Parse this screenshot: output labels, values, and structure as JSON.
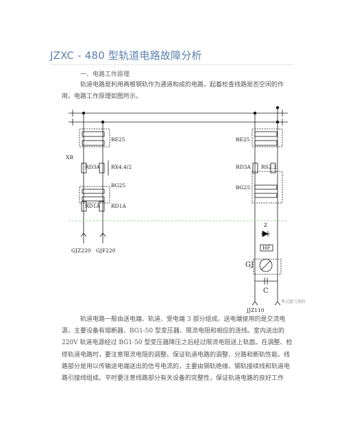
{
  "doc": {
    "title": "JZXC - 480 型轨道电路故障分析",
    "section_heading": "一、电路工作原理",
    "paragraph1": "轨道电路是利用两根钢轨作为通道构成的电路，起着检查线路是否空闲的作用。电路工作原理如图所示。",
    "paragraph2": "轨道电路一般由送电端、轨道、受电端 3 部分组成。送电端使用的是交流电源，主要设备有熔断器、BG1-50 型变压器、限流电阻和相应的连线。室内送出的 220V 轨道电源经过 BG1-50 型变压器降压之后经过限流电阻送上轨面。在调整、检修轨道电路时，要注意限流电阻的调整。保证轨道电路的调整、分路和断轨性能。线路部分是用以传输送电端送出的信号电流的，主要由钢轨绝缘、钢轨接续线和轨道电路引接线组成。平时要注意线路部分有关设备的完整性，保证轨道电路的良好工作"
  },
  "diagram": {
    "left": {
      "be": "BE25",
      "xb": "XB",
      "rd_top": "RD3A",
      "rx": "RX4.4/2",
      "bg": "BG25",
      "rd_bottom": "RD1A",
      "rd_bottom_right": "RD1A",
      "gjz": "GJZ220",
      "gjf": "GJF220"
    },
    "right": {
      "be": "BE25",
      "rd": "RD3A",
      "rs": "RS2.2",
      "bg": "BG25",
      "z": "Z",
      "hf": "HF",
      "gj": "GJ",
      "c": "C",
      "jjz": "JJZ110"
    },
    "watermark": "考试复习资料"
  }
}
